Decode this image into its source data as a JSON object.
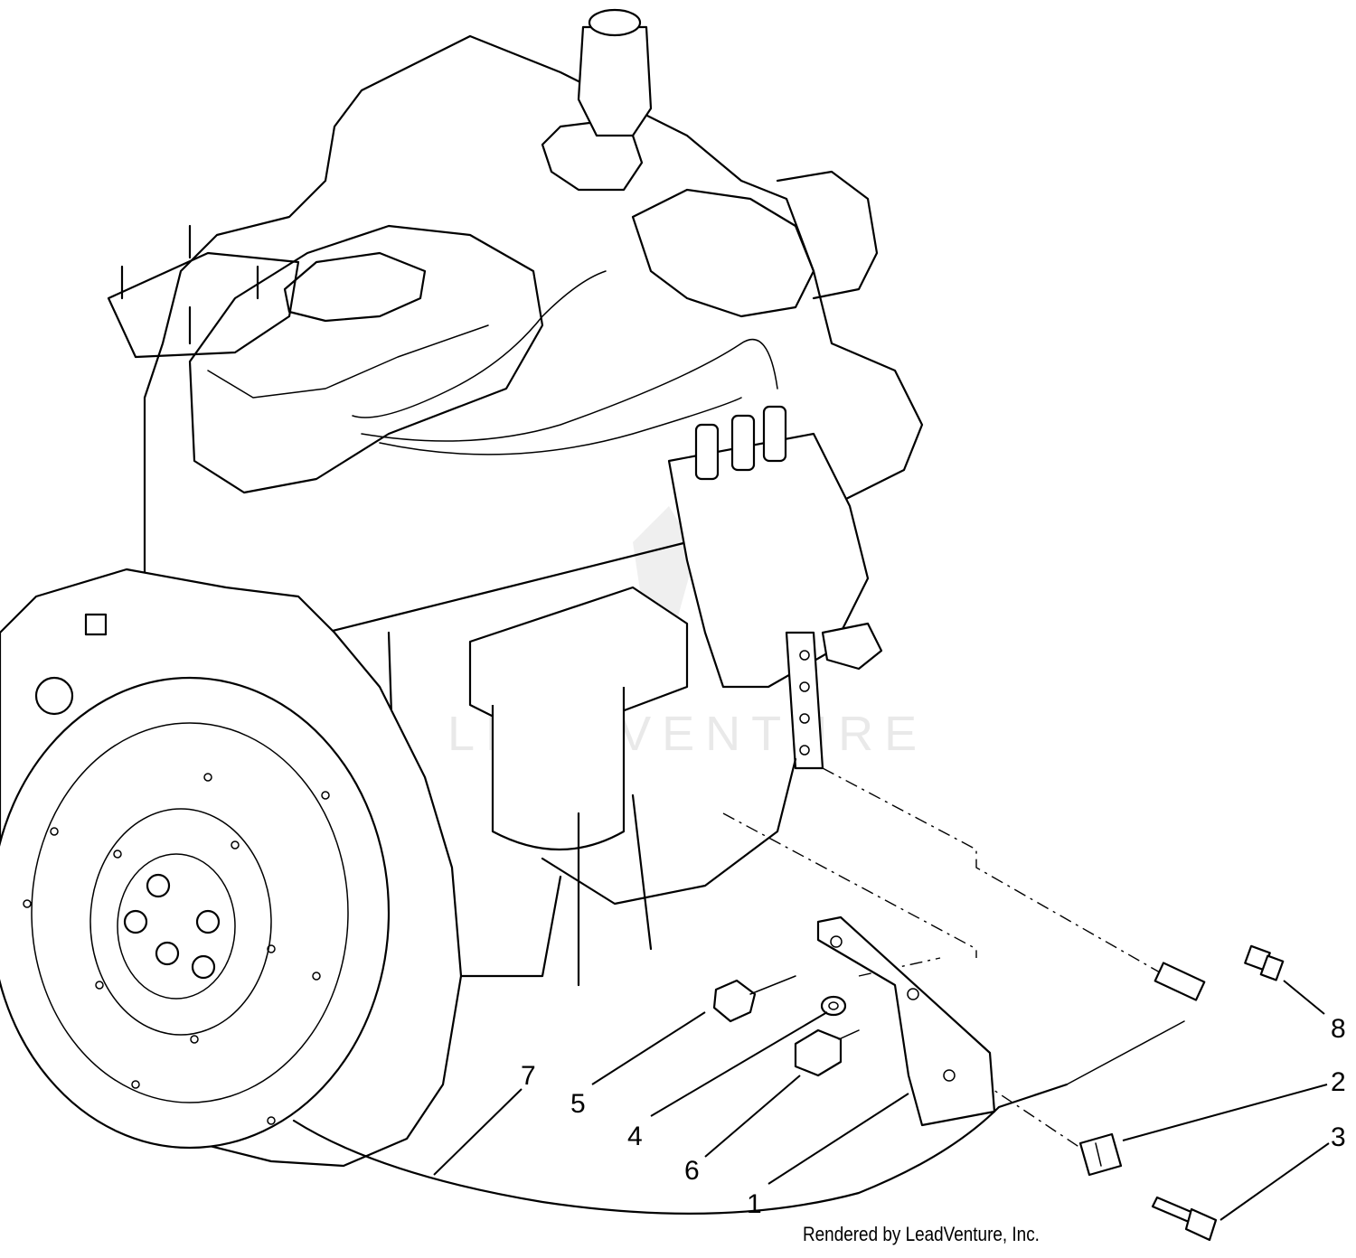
{
  "watermark": "LEADVENTURE",
  "credit": "Rendered by LeadVenture, Inc.",
  "callouts": [
    {
      "id": "1",
      "label": "1"
    },
    {
      "id": "2",
      "label": "2"
    },
    {
      "id": "3",
      "label": "3"
    },
    {
      "id": "4",
      "label": "4"
    },
    {
      "id": "5",
      "label": "5"
    },
    {
      "id": "6",
      "label": "6"
    },
    {
      "id": "7",
      "label": "7"
    },
    {
      "id": "8",
      "label": "8"
    }
  ]
}
